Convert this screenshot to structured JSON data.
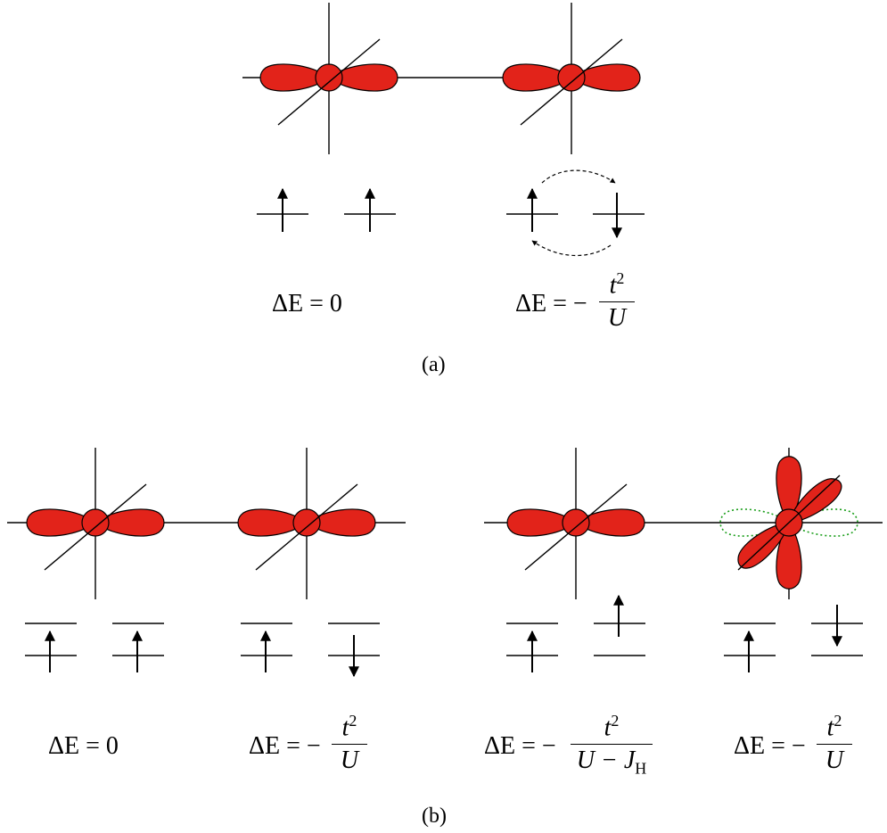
{
  "colors": {
    "orbital_fill": "#e2231a",
    "virtual_orbital": "#1a9e1a",
    "line": "#000000"
  },
  "panel_a": {
    "caption": "(a)",
    "left": {
      "lhs": "ΔE = 0"
    },
    "right": {
      "lhs": "ΔE = −",
      "num": "t",
      "exp": "2",
      "den": "U"
    }
  },
  "panel_b": {
    "caption": "(b)",
    "case1": {
      "lhs": "ΔE = 0"
    },
    "case2": {
      "lhs": "ΔE = −",
      "num": "t",
      "exp": "2",
      "den": "U"
    },
    "case3": {
      "lhs": "ΔE = −",
      "num": "t",
      "exp": "2",
      "den_main": "U − J",
      "den_sub": "H"
    },
    "case4": {
      "lhs": "ΔE = −",
      "num": "t",
      "exp": "2",
      "den": "U"
    }
  }
}
